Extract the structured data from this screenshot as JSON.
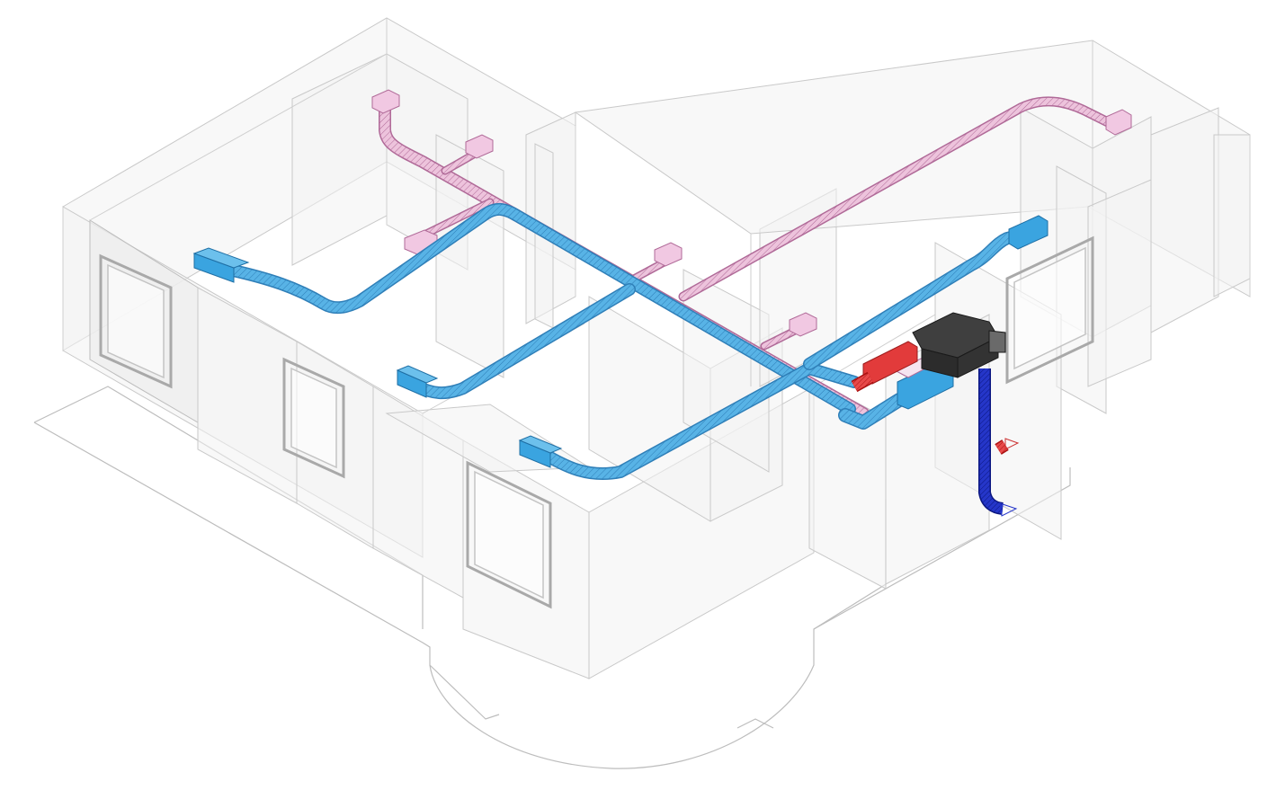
{
  "colors": {
    "background": "#ffffff",
    "wall": "#f3f3f3",
    "wall_edge": "#c9c9c9",
    "supply_duct": "#4fa9dc",
    "supply_duct_hatch": "#2f7fb8",
    "extract_duct": "#e9b6d4",
    "extract_duct_hatch": "#b06a98",
    "exhaust_duct_red": "#e23b3b",
    "intake_duct_blue": "#1f2fbf",
    "mvhr_unit": "#3a3a3a",
    "supply_terminal": "#3aa4e0",
    "extract_terminal": "#f1c8e2"
  },
  "components": {
    "mvhr_unit": "heat-recovery-ventilation-unit",
    "supply_network": "supply-air-ducts",
    "extract_network": "extract-air-ducts",
    "outdoor_connections": [
      "exhaust-air-duct",
      "fresh-air-intake-duct"
    ]
  }
}
